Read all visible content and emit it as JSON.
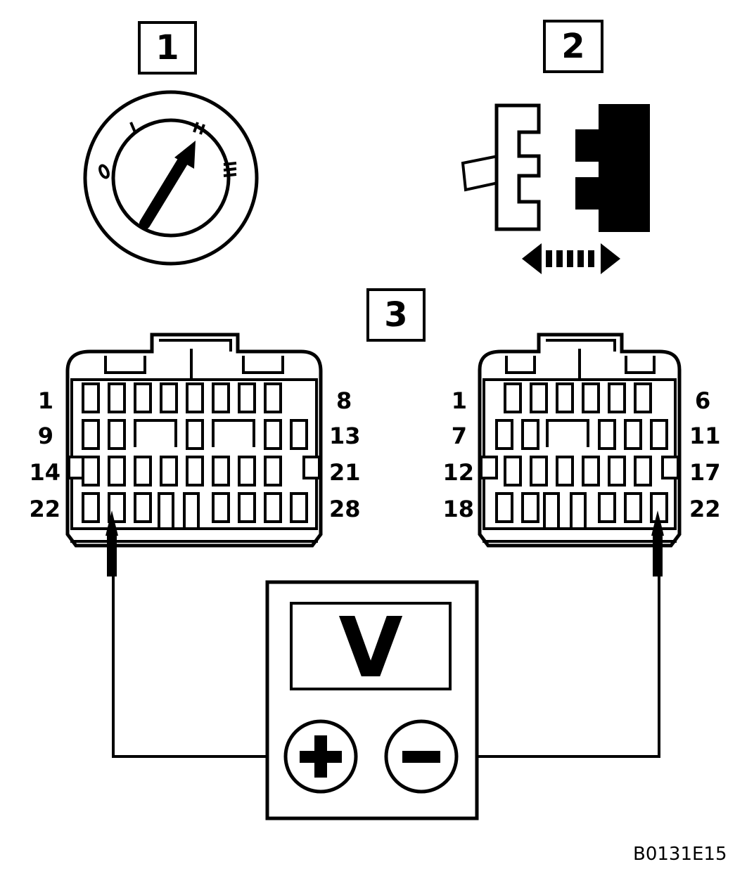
{
  "steps": {
    "one": "1",
    "two": "2",
    "three": "3"
  },
  "ignition": {
    "pos0": "0",
    "pos1": "I",
    "pos2": "II",
    "pos3": "III"
  },
  "connector_a": {
    "row1_start": "1",
    "row1_end": "8",
    "row2_start": "9",
    "row2_end": "13",
    "row3_start": "14",
    "row3_end": "21",
    "row4_start": "22",
    "row4_end": "28"
  },
  "connector_b": {
    "row1_start": "1",
    "row1_end": "6",
    "row2_start": "7",
    "row2_end": "11",
    "row3_start": "12",
    "row3_end": "17",
    "row4_start": "18",
    "row4_end": "22"
  },
  "voltmeter": {
    "display": "V",
    "positive": "+",
    "negative": "−"
  },
  "figure_id": "B0131E15",
  "colors": {
    "ink": "#000000",
    "paper": "#ffffff"
  }
}
